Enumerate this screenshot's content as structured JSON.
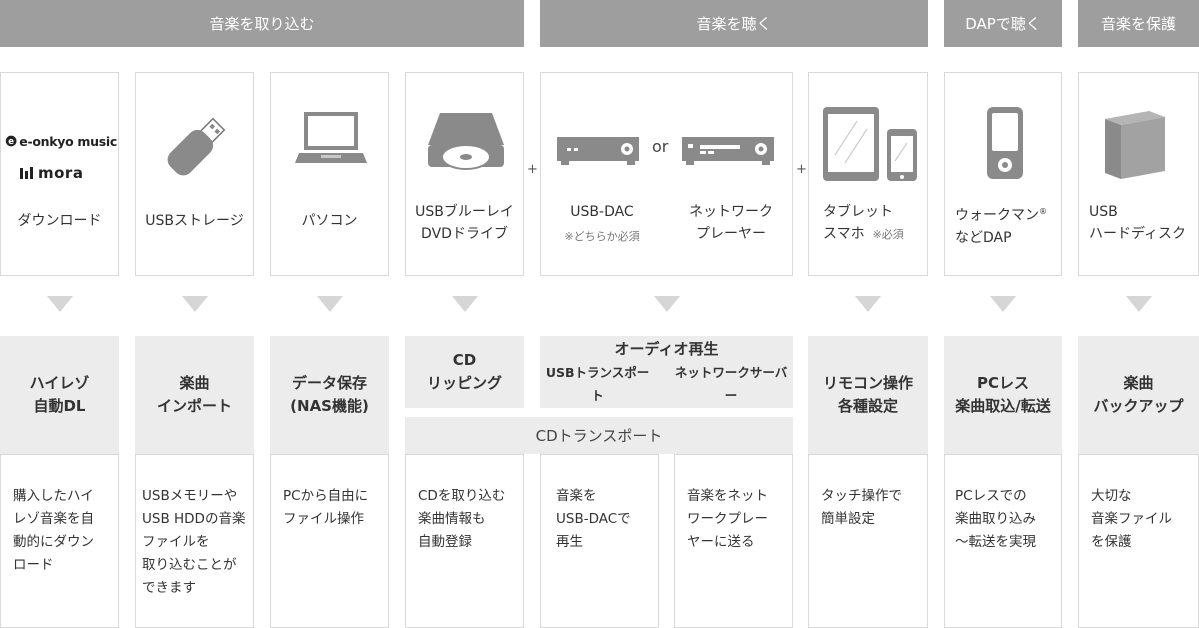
{
  "headers": {
    "import": "音楽を取り込む",
    "listen": "音楽を聴く",
    "dap": "DAPで聴く",
    "protect": "音楽を保護"
  },
  "devices": {
    "download": {
      "logo1": "e-onkyo music",
      "logo2": "mora",
      "label": "ダウンロード"
    },
    "usb_storage": {
      "label": "USBストレージ"
    },
    "pc": {
      "label": "パソコン"
    },
    "drive": {
      "label_1": "USBブルーレイ",
      "label_2": "DVDドライブ"
    },
    "usbdac": {
      "label": "USB-DAC",
      "note": "※どちらか必須"
    },
    "or": "or",
    "network_player": {
      "label_1": "ネットワーク",
      "label_2": "プレーヤー"
    },
    "tablet": {
      "label_1": "タブレット",
      "label_2": "スマホ",
      "note": "※必須"
    },
    "walkman": {
      "label_1": "ウォークマン",
      "mark": "®",
      "label_2": "などDAP"
    },
    "hdd": {
      "label_1": "USB",
      "label_2": "ハードディスク"
    },
    "plus": "+"
  },
  "functions": {
    "hires": {
      "line1": "ハイレゾ",
      "line2": "自動DL"
    },
    "import": {
      "line1": "楽曲",
      "line2": "インポート"
    },
    "nas": {
      "line1": "データ保存",
      "line2": "(NAS機能)"
    },
    "cd": {
      "line1": "CD",
      "line2": "リッピング"
    },
    "audio": {
      "title": "オーディオ再生",
      "sub1": "USBトランスポート",
      "sub2": "ネットワークサーバー"
    },
    "cd_transport": "CDトランスポート",
    "remote": {
      "line1": "リモコン操作",
      "line2": "各種設定"
    },
    "pcless": {
      "line1": "PCレス",
      "line2": "楽曲取込/転送"
    },
    "backup": {
      "line1": "楽曲",
      "line2": "バックアップ"
    }
  },
  "descriptions": {
    "hires": [
      "購入したハイ",
      "レゾ音楽を自",
      "動的にダウン",
      "ロード"
    ],
    "import": [
      "USBメモリーや",
      "USB HDDの音楽",
      "ファイルを",
      "取り込むことが",
      "できます"
    ],
    "nas": [
      "PCから自由に",
      "ファイル操作"
    ],
    "cd": [
      "CDを取り込む",
      "楽曲情報も",
      "自動登録"
    ],
    "usbdac": [
      "音楽を",
      "USB-DACで",
      "再生"
    ],
    "network": [
      "音楽をネット",
      "ワークプレー",
      "ヤーに送る"
    ],
    "remote": [
      "タッチ操作で",
      "簡単設定"
    ],
    "pcless": [
      "PCレスでの",
      "楽曲取り込み",
      "～転送を実現"
    ],
    "backup": [
      "大切な",
      "音楽ファイル",
      "を保護"
    ]
  }
}
